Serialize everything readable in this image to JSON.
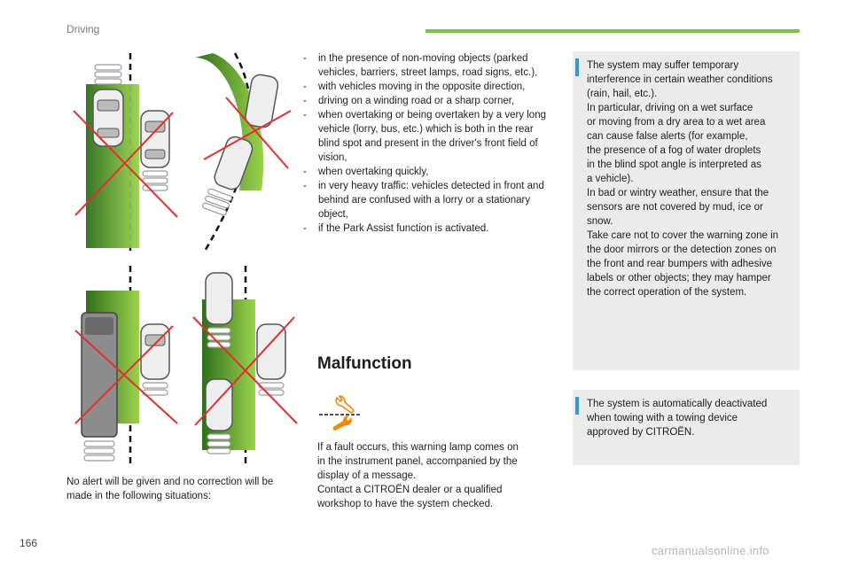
{
  "header": {
    "section": "Driving"
  },
  "left": {
    "caption": "No alert will be given and no correction will be made in the following situations:"
  },
  "middle": {
    "bullets": [
      {
        "dash": "-",
        "text": "in the presence of non-moving objects (parked vehicles, barriers, street lamps, road signs, etc.),"
      },
      {
        "dash": "-",
        "text": "with vehicles moving in the opposite direction,"
      },
      {
        "dash": "-",
        "text": "driving on a winding road or a sharp corner,"
      },
      {
        "dash": "-",
        "text": "when overtaking or being overtaken by a very long vehicle (lorry, bus, etc.) which is both in the rear blind spot and present in the driver's front field of vision,"
      },
      {
        "dash": "-",
        "text": "when overtaking quickly,"
      },
      {
        "dash": "-",
        "text": "in very heavy traffic: vehicles detected in front and behind are confused with a lorry or a stationary object,"
      },
      {
        "dash": "-",
        "text": "if the Park Assist function is activated."
      }
    ],
    "section_title": "Malfunction",
    "malfunction_text": {
      "l1": "If a fault occurs, this warning lamp comes on",
      "l2": "in the instrument panel, accompanied by the",
      "l3": "display of a message.",
      "l4": "Contact a CITROËN dealer or a qualified",
      "l5": "workshop to have the system checked."
    }
  },
  "right": {
    "note1": {
      "l1": "The system may suffer temporary",
      "l2": "interference in certain weather conditions",
      "l3": "(rain, hail, etc.).",
      "l4": "In particular, driving on a wet surface",
      "l5": "or moving from a dry area to a wet area",
      "l6": "can cause false alerts (for example,",
      "l7": "the presence of a fog of water droplets",
      "l8": "in the blind spot angle is interpreted as",
      "l9": "a vehicle).",
      "l10": "In bad or wintry weather, ensure that the",
      "l11": "sensors are not covered by mud, ice or",
      "l12": "snow.",
      "l13": "Take care not to cover the warning zone in",
      "l14": "the door mirrors or the detection zones on",
      "l15": "the front and rear bumpers with adhesive",
      "l16": "labels or other objects; they may hamper",
      "l17": "the correct operation of the system."
    },
    "note2": {
      "l1": "The system is automatically deactivated",
      "l2": "when towing with a towing device",
      "l3": "approved by CITROËN."
    }
  },
  "footer": {
    "page_number": "166",
    "watermark": "carmanualsonline.info"
  },
  "colors": {
    "accent_green": "#7cc242",
    "note_bar_blue": "#2e9bd6",
    "note_bg": "#ebebeb",
    "warning_orange": "#f08a00",
    "cross_red": "#e03030"
  },
  "icons": [
    "crossed-out-scenario",
    "wrench-warning-icon",
    "info-bar-icon"
  ]
}
